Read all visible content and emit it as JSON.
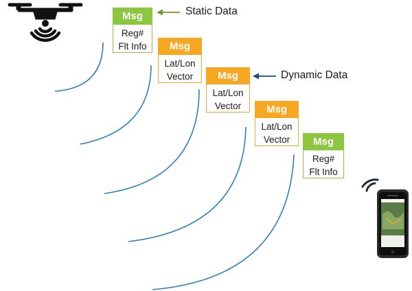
{
  "colors": {
    "static": "#8dc63f",
    "dynamic": "#f7a823",
    "wave": "#2f7fc1",
    "static_arrow": "#6b9a2a",
    "dynamic_arrow": "#1f4e79"
  },
  "callouts": {
    "static": "Static Data",
    "dynamic": "Dynamic Data"
  },
  "messages": [
    {
      "header": "Msg",
      "lines": [
        "Reg#",
        "Flt Info"
      ],
      "kind": "static"
    },
    {
      "header": "Msg",
      "lines": [
        "Lat/Lon",
        "Vector"
      ],
      "kind": "dynamic"
    },
    {
      "header": "Msg",
      "lines": [
        "Lat/Lon",
        "Vector"
      ],
      "kind": "dynamic"
    },
    {
      "header": "Msg",
      "lines": [
        "Lat/Lon",
        "Vector"
      ],
      "kind": "dynamic"
    },
    {
      "header": "Msg",
      "lines": [
        "Reg#",
        "Flt Info"
      ],
      "kind": "static"
    }
  ],
  "icons": {
    "transmitter": "drone-icon",
    "receiver": "smartphone-icon"
  }
}
